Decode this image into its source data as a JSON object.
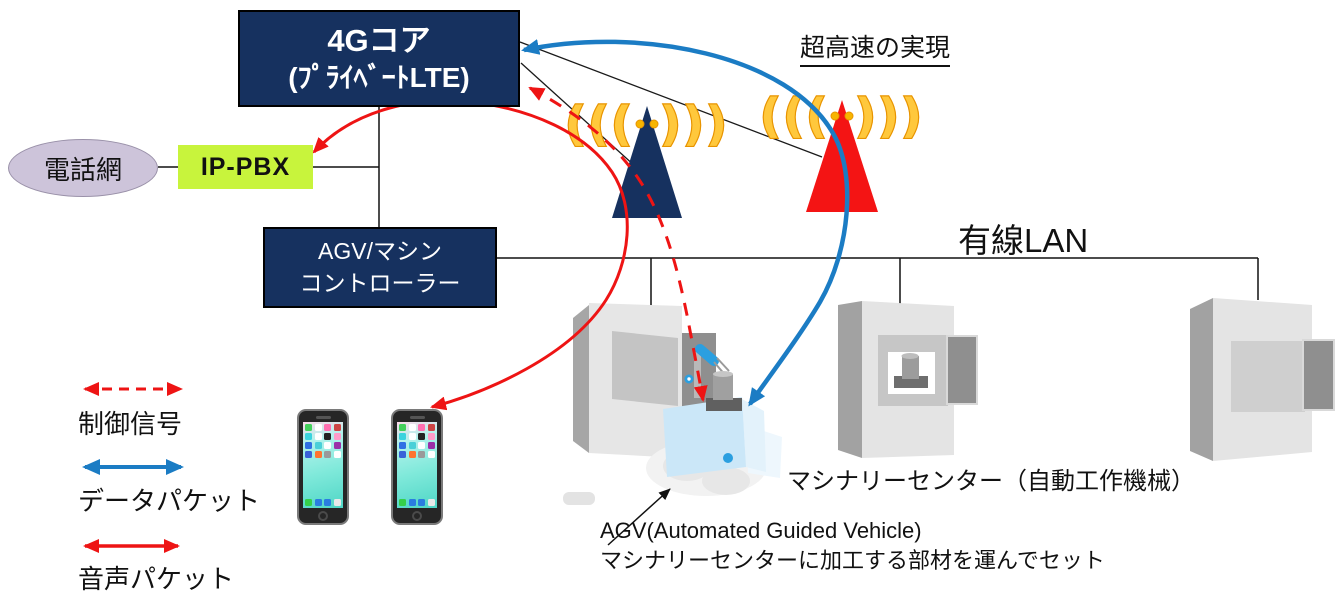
{
  "colors": {
    "navy": "#16315f",
    "accent_red": "#ee1414",
    "accent_blue": "#1b7cc4",
    "pbx_green": "#c8f43c",
    "network_lavender": "#cdc4da",
    "wave_gold": "#f2a200"
  },
  "nodes": {
    "core": {
      "line1": "4Gコア",
      "line2": "(ﾌﾟﾗｲﾍﾞｰﾄLTE)"
    },
    "phone_network": {
      "label": "電話網"
    },
    "ip_pbx": {
      "label": "IP-PBX"
    },
    "agv_controller": {
      "line1": "AGV/マシン",
      "line2": "コントローラー"
    }
  },
  "labels": {
    "high_speed": "超高速の実現",
    "wired_lan": "有線LAN",
    "machinery_center": "マシナリーセンター（自動工作機械）",
    "agv_caption_line1": "AGV(Automated Guided Vehicle)",
    "agv_caption_line2": "マシナリーセンターに加工する部材を運んでセット"
  },
  "legend": {
    "items": [
      {
        "label": "制御信号",
        "line_style": "dashed",
        "color": "#ee1414"
      },
      {
        "label": "データパケット",
        "line_style": "solid",
        "color": "#1b7cc4"
      },
      {
        "label": "音声パケット",
        "line_style": "solid",
        "color": "#ee1414"
      }
    ]
  },
  "icons": {
    "wave_left": "(((",
    "wave_right": ")))"
  }
}
